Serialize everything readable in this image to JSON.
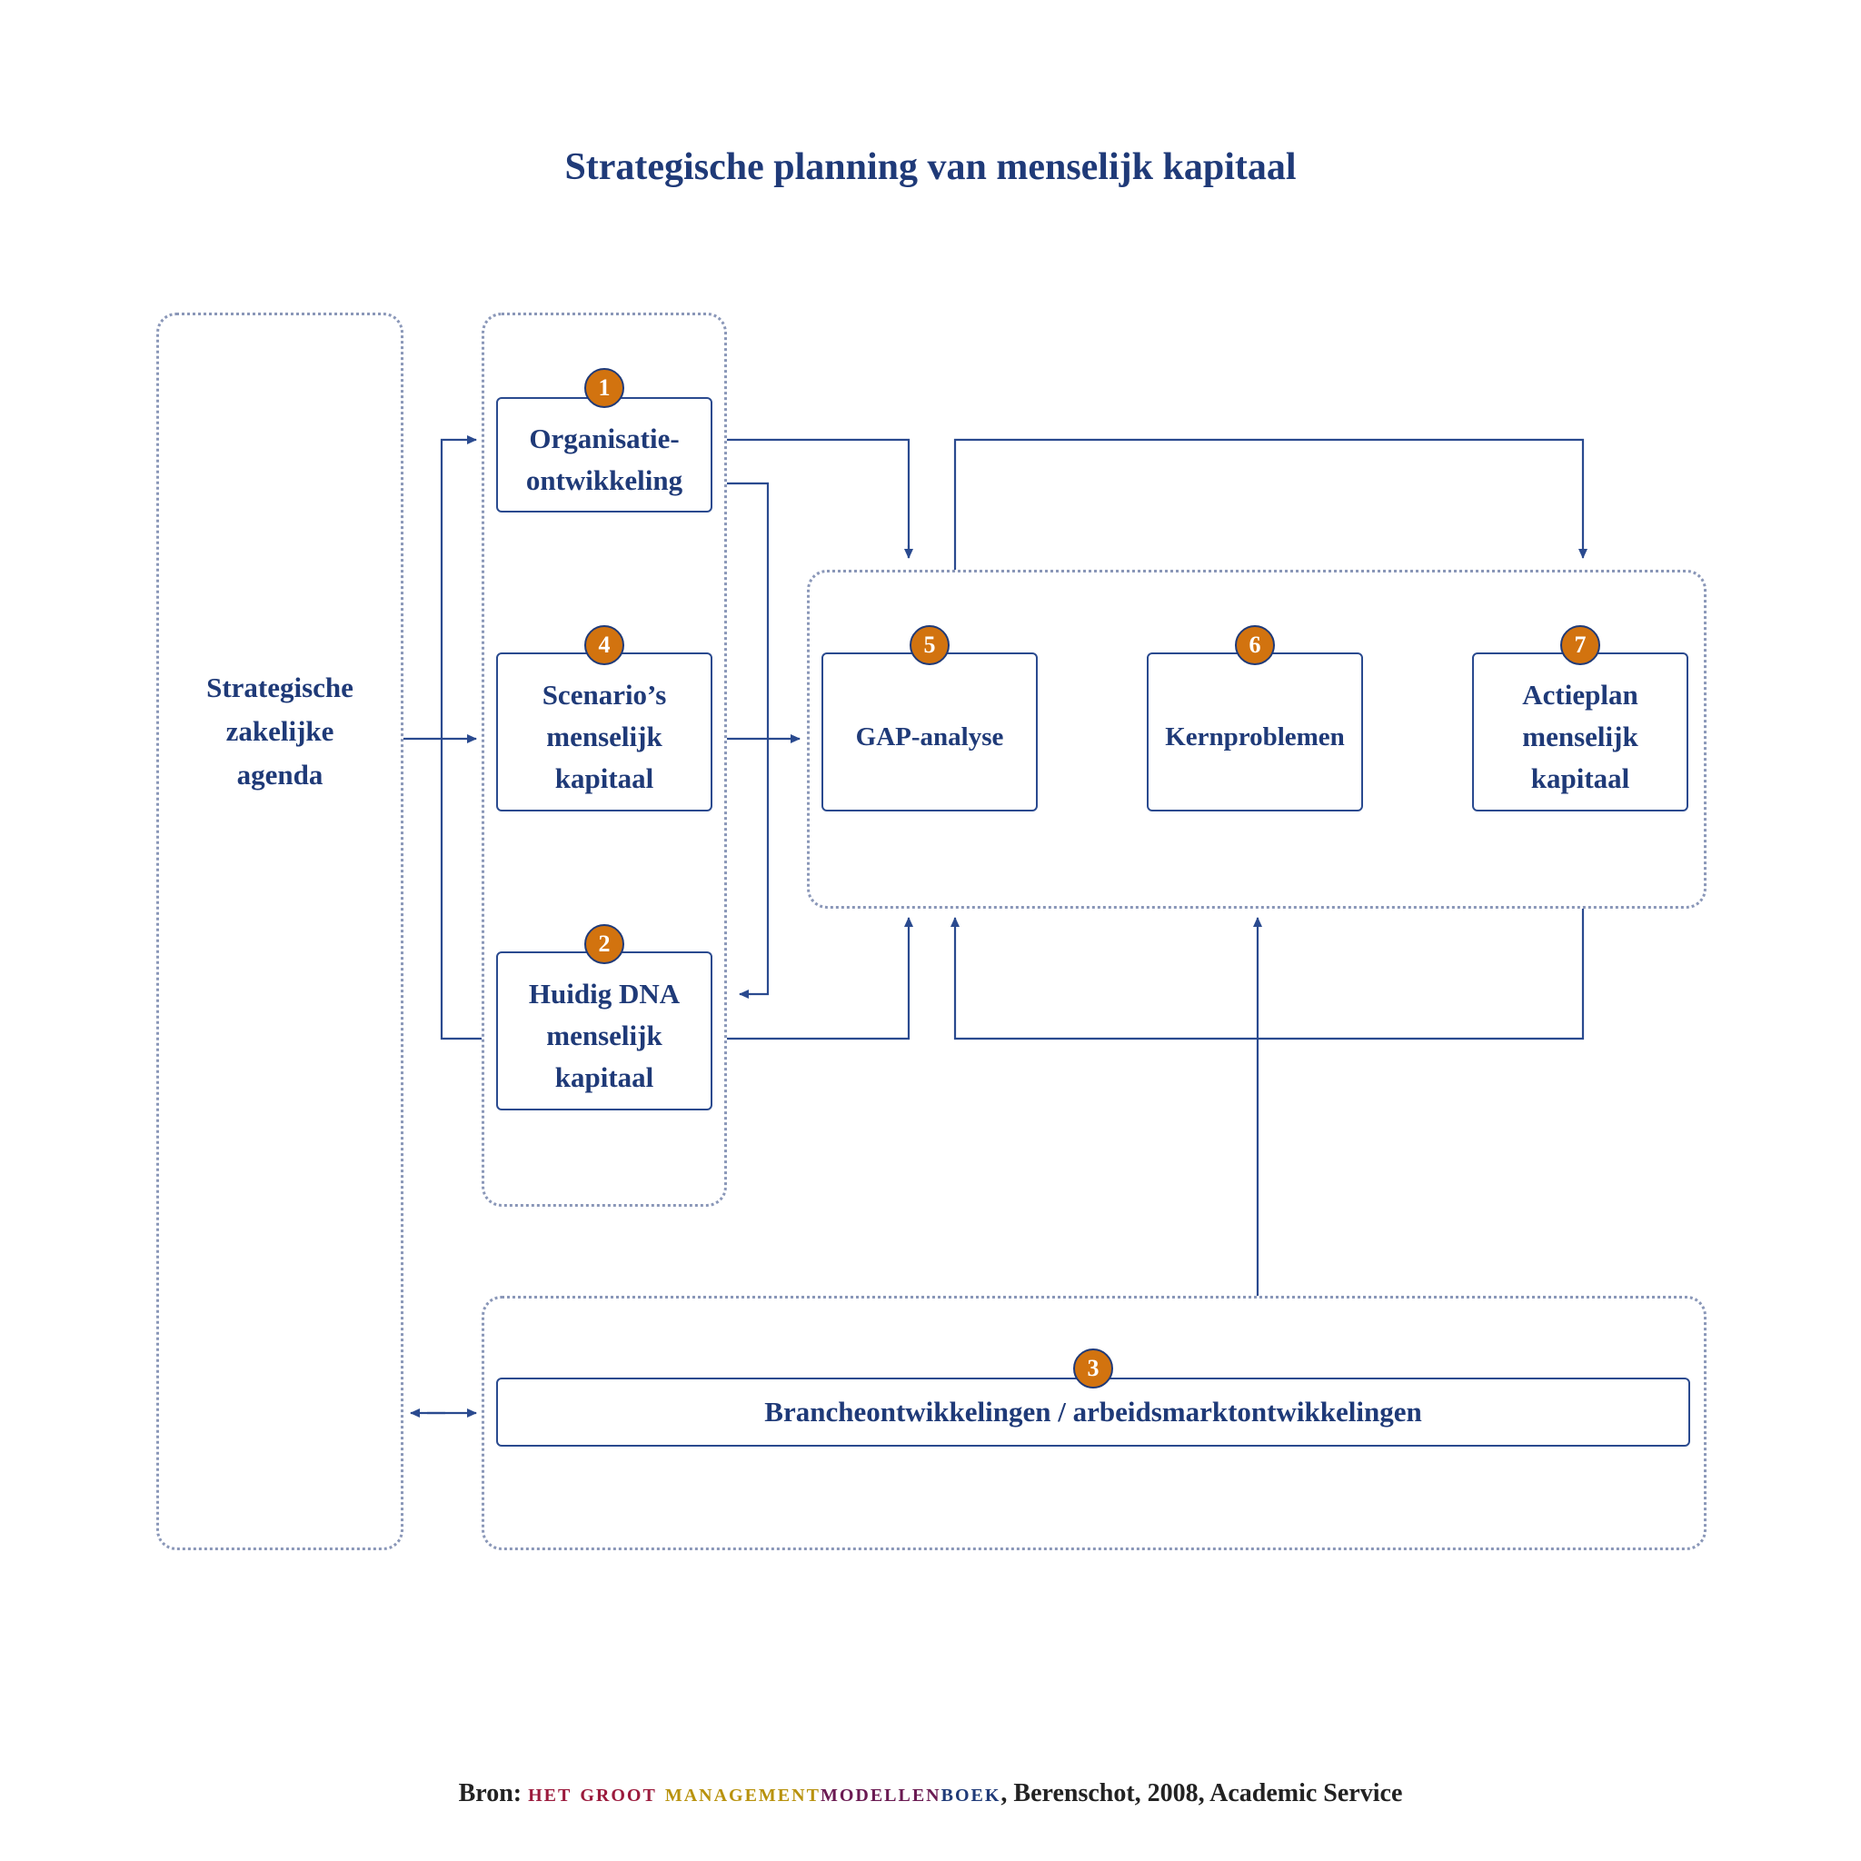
{
  "title": "Strategische planning van menselijk kapitaal",
  "colors": {
    "primary": "#1f3a78",
    "badge": "#d2730f",
    "group_border": "#8a97b8",
    "arrow": "#2a4a8f"
  },
  "agenda": {
    "label": "Strategische\nzakelijke\nagenda"
  },
  "nodes": {
    "n1": {
      "number": "1",
      "label": "Organisatie-\nontwikkeling"
    },
    "n4": {
      "number": "4",
      "label": "Scenario’s\nmenselijk\nkapitaal"
    },
    "n2": {
      "number": "2",
      "label": "Huidig DNA\nmenselijk\nkapitaal"
    },
    "n5": {
      "number": "5",
      "label": "GAP-analyse"
    },
    "n6": {
      "number": "6",
      "label": "Kernproblemen"
    },
    "n7": {
      "number": "7",
      "label": "Actieplan\nmenselijk\nkapitaal"
    },
    "n3": {
      "number": "3",
      "label": "Brancheontwikkelingen / arbeidsmarktontwikkelingen"
    }
  },
  "source": {
    "prefix": "Bron: ",
    "book_part1": "het groot ",
    "book_part2": "management",
    "book_part3": "modellen",
    "book_part4": "boek",
    "suffix": ", Berenschot, 2008, Academic Service"
  }
}
